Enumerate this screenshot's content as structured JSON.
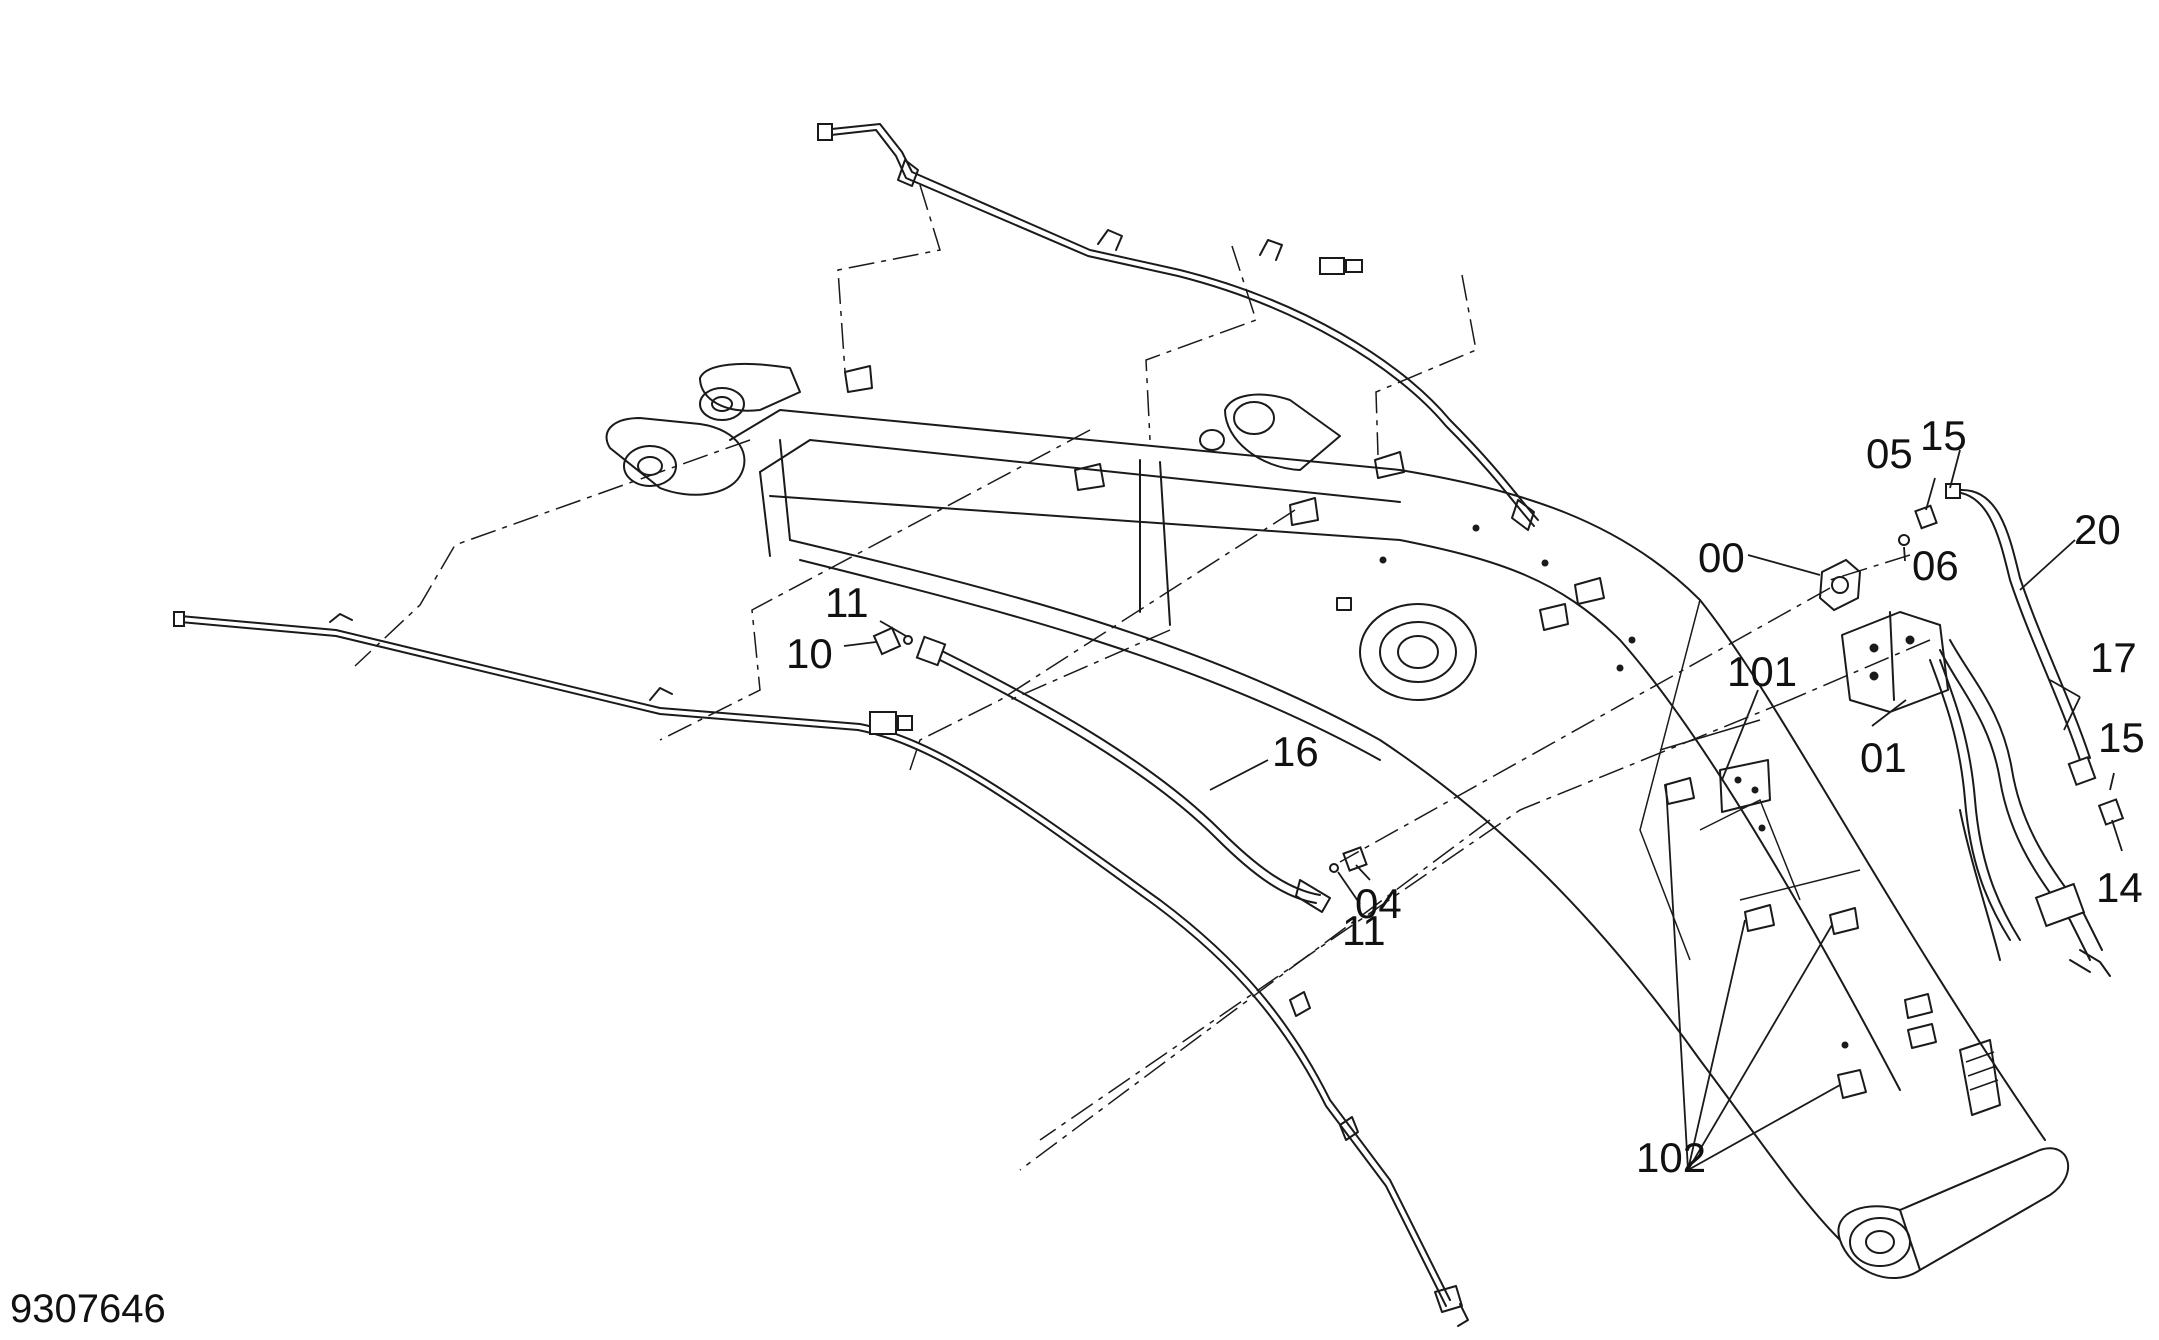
{
  "document_number": "9307646",
  "callouts": {
    "c00": "00",
    "c01": "01",
    "c04": "04",
    "c05": "05",
    "c06": "06",
    "c10": "10",
    "c11_top": "11",
    "c11_bottom": "11",
    "c14": "14",
    "c15_top": "15",
    "c15_right": "15",
    "c16": "16",
    "c17": "17",
    "c20": "20",
    "c101": "101",
    "c102": "102"
  }
}
